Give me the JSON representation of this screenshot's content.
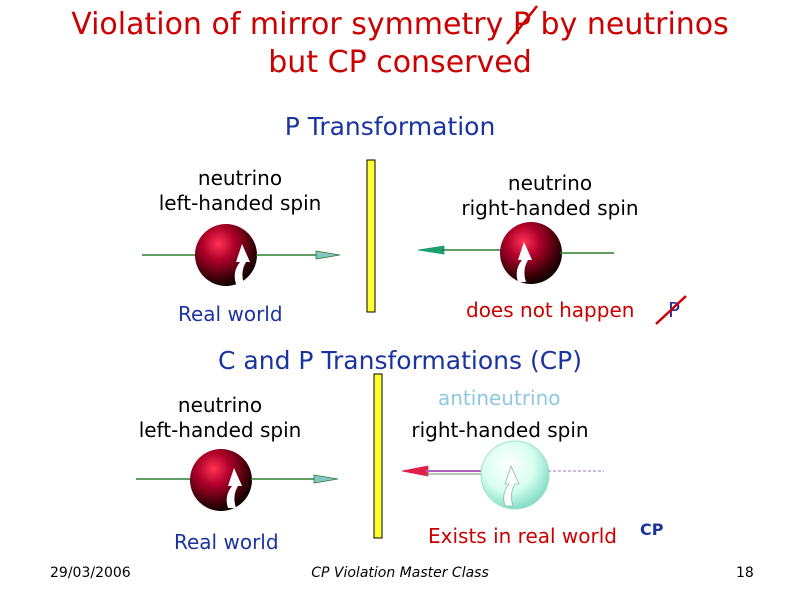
{
  "title": {
    "line1_pre": "Violation of mirror symmetry",
    "line1_p": "P",
    "line1_post": "by neutrinos",
    "line2": "but CP conserved"
  },
  "p_section": {
    "heading": "P Transformation",
    "left_particle": "neutrino",
    "left_spin": "left-handed spin",
    "left_note": "Real world",
    "right_particle": "neutrino",
    "right_spin": "right-handed spin",
    "right_note": "does not happen",
    "right_symbol": "P"
  },
  "cp_section": {
    "heading": "C and P Transformations (CP)",
    "left_particle": "neutrino",
    "left_spin": "left-handed spin",
    "left_note": "Real world",
    "right_particle": "antineutrino",
    "right_spin": "right-handed spin",
    "right_note": "Exists in real world",
    "right_symbol": "CP"
  },
  "footer": {
    "date": "29/03/2006",
    "center": "CP Violation Master Class",
    "page": "18"
  },
  "colors": {
    "title": "#cc0000",
    "heading": "#1a33a0",
    "mirror": "#ffff33",
    "neutrino_sphere": "#5a0010",
    "antineutrino_sphere": "#aaf0d8"
  }
}
